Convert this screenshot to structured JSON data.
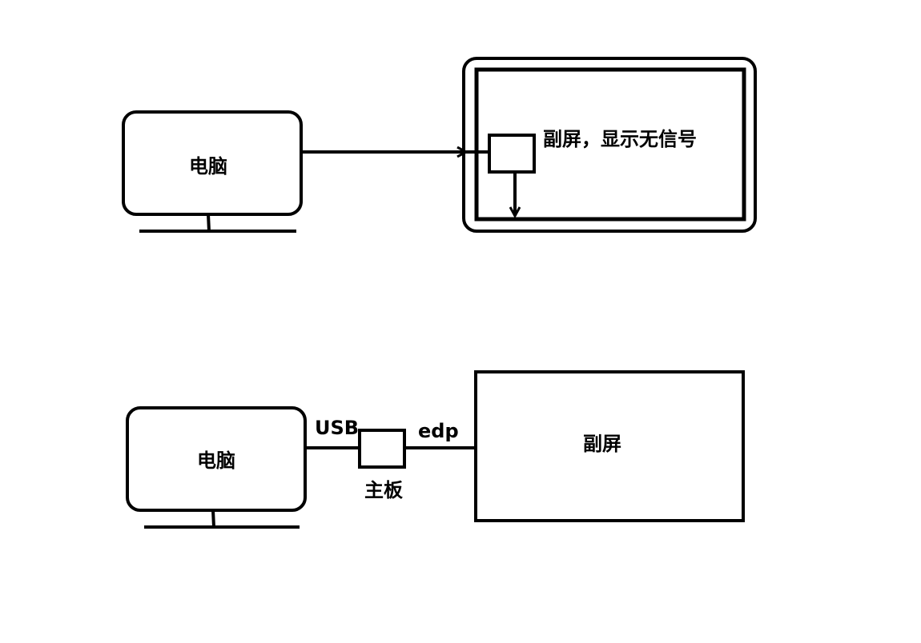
{
  "colors": {
    "background": "#ffffff",
    "stroke": "#000000"
  },
  "top_diagram": {
    "computer_label": "电脑",
    "secondary_screen_note": "副屏，显示无信号"
  },
  "bottom_diagram": {
    "computer_label": "电脑",
    "usb_label": "USB",
    "board_label": "主板",
    "edp_label": "edp",
    "secondary_screen_label": "副屏"
  }
}
